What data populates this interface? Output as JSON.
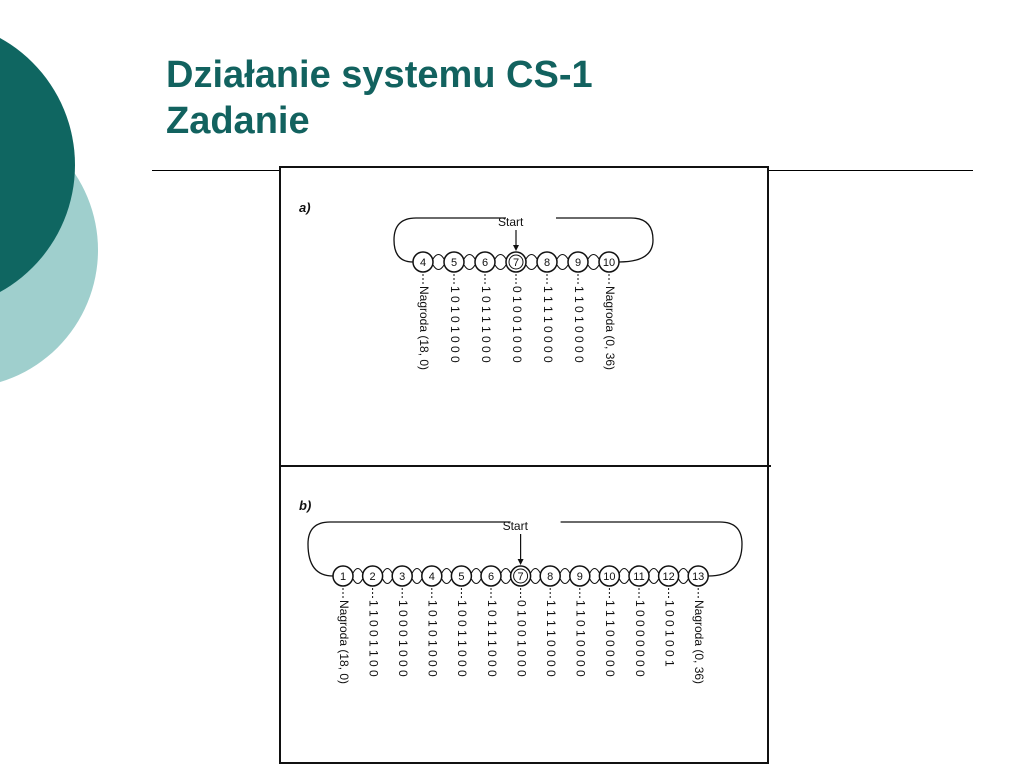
{
  "slide": {
    "title_line1": "Działanie systemu CS-1",
    "title_line2": "Zadanie",
    "colors": {
      "title": "#12625f",
      "circle_dark": "#0f6661",
      "circle_light": "#9fcfcd"
    }
  },
  "figure": {
    "panels": [
      {
        "label": "a)",
        "start": "Start",
        "nodes": [
          "4",
          "5",
          "6",
          "7",
          "8",
          "9",
          "10"
        ],
        "start_node": "7",
        "codes": [
          "Nagroda (18, 0)",
          "1 0 1 0 1 0 0 0",
          "1 0 1 1 1 0 0 0",
          "0 1 0 0 1 0 0 0",
          "1 1 1 1 0 0 0 0",
          "1 1 0 1 0 0 0 0",
          "Nagroda (0, 36)"
        ]
      },
      {
        "label": "b)",
        "start": "Start",
        "nodes": [
          "1",
          "2",
          "3",
          "4",
          "5",
          "6",
          "7",
          "8",
          "9",
          "10",
          "11",
          "12",
          "13"
        ],
        "start_node": "7",
        "codes": [
          "Nagroda (18, 0)",
          "1 1 0 0 1 1 0 0",
          "1 0 0 0 1 0 0 0",
          "1 0 1 0 1 0 0 0",
          "1 0 0 1 1 0 0 0",
          "1 0 1 1 1 0 0 0",
          "0 1 0 0 1 0 0 0",
          "1 1 1 1 0 0 0 0",
          "1 1 0 1 0 0 0 0",
          "1 1 1 0 0 0 0 0",
          "1 0 0 0 0 0 0 0",
          "1 0 0 1 0 0 1",
          "Nagroda (0, 36)"
        ]
      }
    ]
  }
}
